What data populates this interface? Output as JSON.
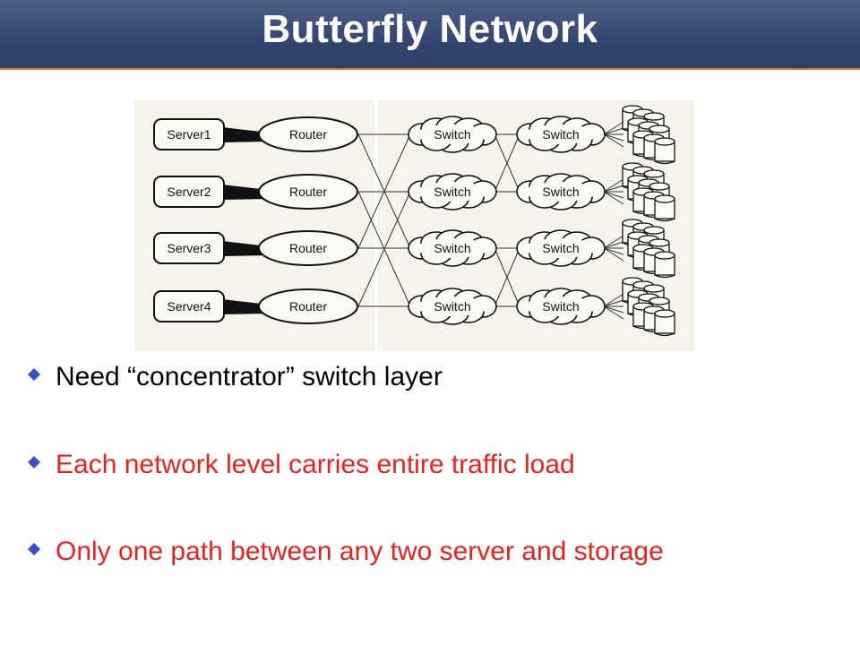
{
  "slide": {
    "title": "Butterfly Network"
  },
  "diagram": {
    "servers": [
      "Server1",
      "Server2",
      "Server3",
      "Server4"
    ],
    "router_label": "Router",
    "switch_label": "Switch"
  },
  "bullets": [
    {
      "text": "Need “concentrator” switch layer",
      "color": "#000000"
    },
    {
      "text": "Each network level carries entire traffic load",
      "color": "#e8231f"
    },
    {
      "text": "Only one path between any two server and storage",
      "color": "#e8231f"
    }
  ],
  "colors": {
    "title_bg": "#3a4b74",
    "accent": "#e07a2a",
    "bullet_mark": "#3b4fc4"
  }
}
